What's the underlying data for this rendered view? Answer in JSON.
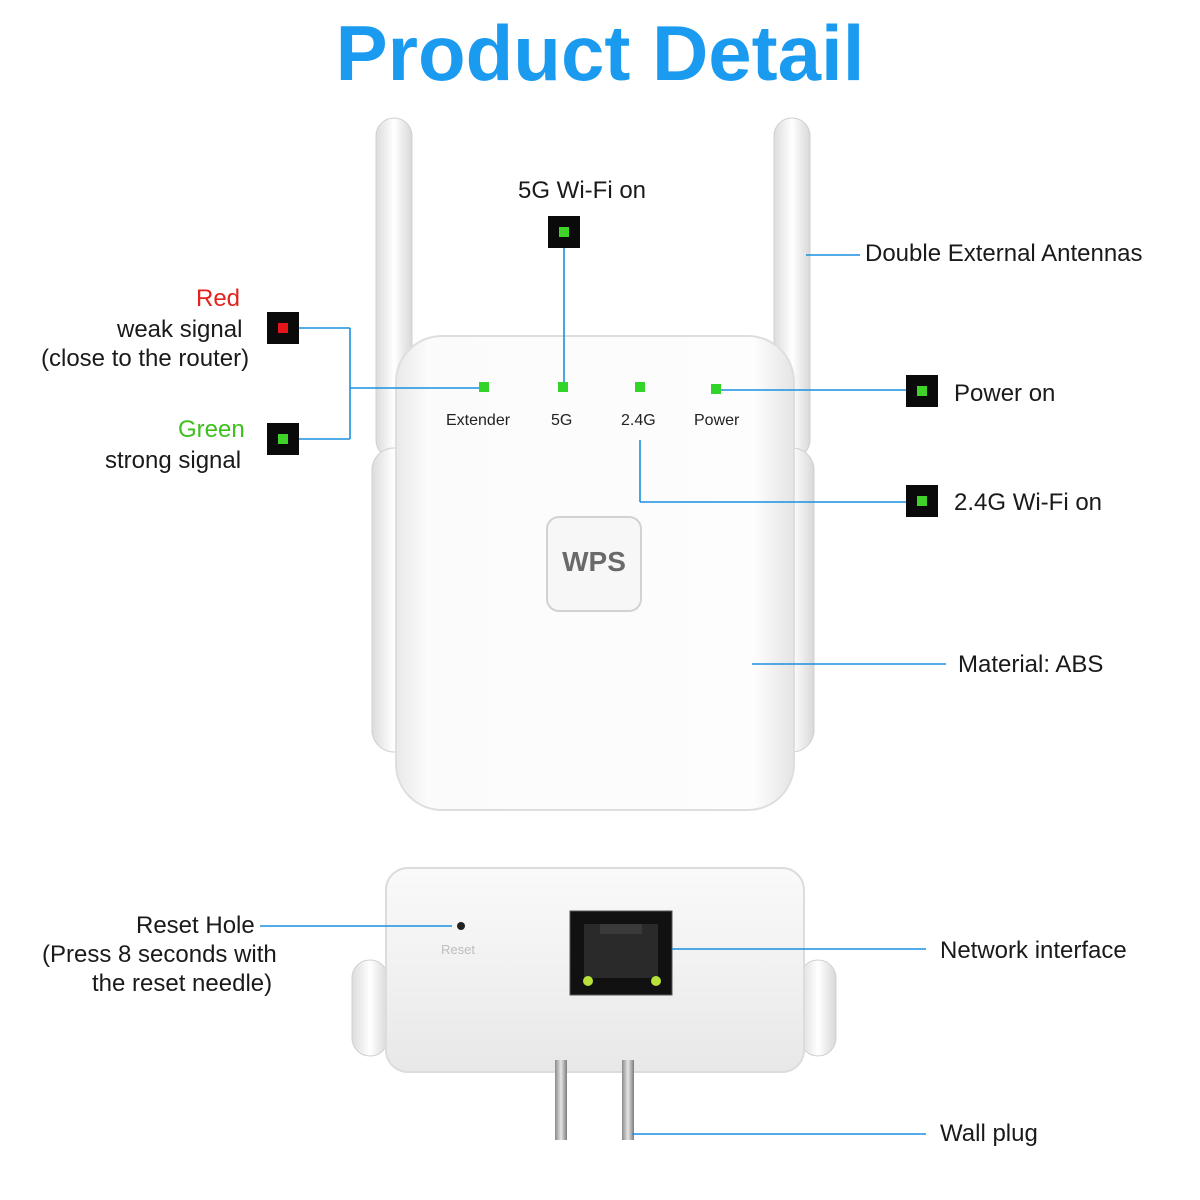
{
  "title": "Product Detail",
  "callouts": {
    "wifi5g": "5G Wi-Fi on",
    "antennas": "Double External Antennas",
    "red_word": "Red",
    "weak_signal": "weak signal",
    "close_router": "(close to the router)",
    "green_word": "Green",
    "strong_signal": "strong signal",
    "power_on": "Power on",
    "wifi24g": "2.4G Wi-Fi on",
    "material": "Material: ABS",
    "reset_hole": "Reset Hole",
    "reset_press": "(Press 8 seconds with",
    "reset_needle": "the reset needle)",
    "network": "Network interface",
    "wall_plug": "Wall plug"
  },
  "panel": {
    "extender": "Extender",
    "g5": "5G",
    "g24": "2.4G",
    "power": "Power",
    "wps": "WPS",
    "reset": "Reset"
  },
  "colors": {
    "title": "#1a9bf0",
    "leader_line": "#1a8fe0",
    "led_green": "#33d42a",
    "led_red": "#e5151a",
    "red_text": "#e3231c",
    "green_text": "#3fbf1e"
  }
}
